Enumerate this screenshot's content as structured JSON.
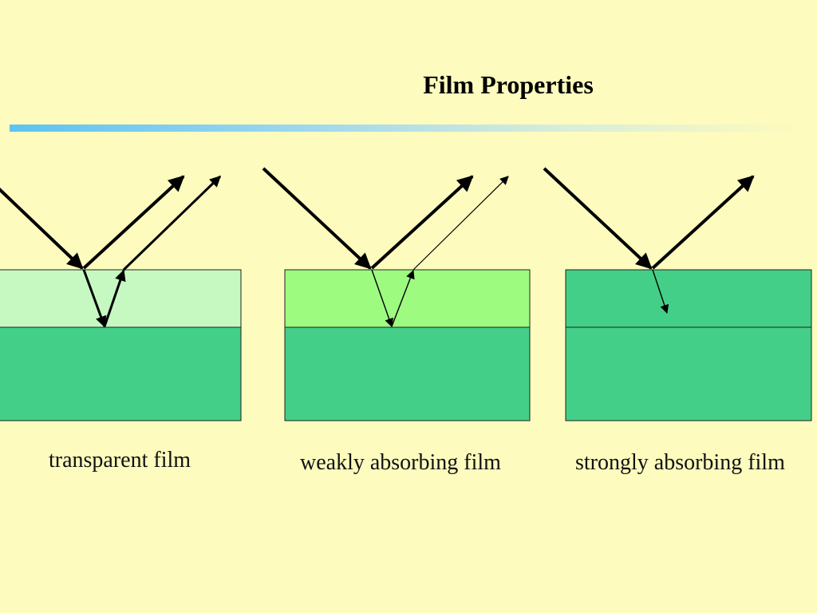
{
  "title": "Film Properties",
  "colors": {
    "background": "#fdfbbd",
    "substrate": "#43cf87",
    "film_transparent": "#c6f9c1",
    "film_weakly_absorbing": "#9dfb80",
    "film_strongly_absorbing": "#43cf87",
    "rule_start": "#5ec3f0",
    "arrow": "#000000"
  },
  "diagrams": [
    {
      "film": "transparent",
      "caption": "transparent film"
    },
    {
      "film": "weakly-absorbing",
      "caption": "weakly absorbing film"
    },
    {
      "film": "strongly-absorbing",
      "caption": "strongly absorbing film"
    }
  ]
}
